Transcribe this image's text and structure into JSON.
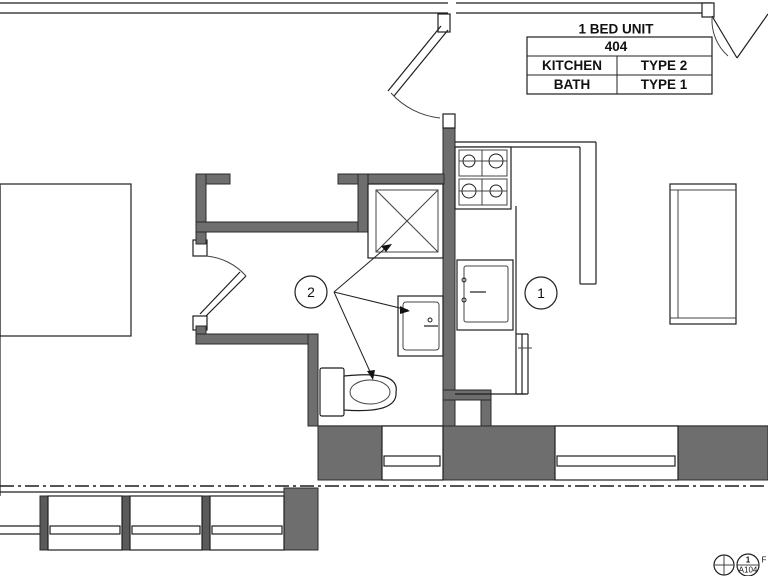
{
  "schedule": {
    "title": "1 BED UNIT",
    "unit_number": "404",
    "rows": [
      {
        "label": "KITCHEN",
        "value": "TYPE 2"
      },
      {
        "label": "BATH",
        "value": "TYPE 1"
      }
    ]
  },
  "tags": {
    "kitchen_tag": "1",
    "bath_tag": "2"
  },
  "section_marker": {
    "number": "1",
    "sheet": "A104",
    "cut_letter": "F"
  }
}
